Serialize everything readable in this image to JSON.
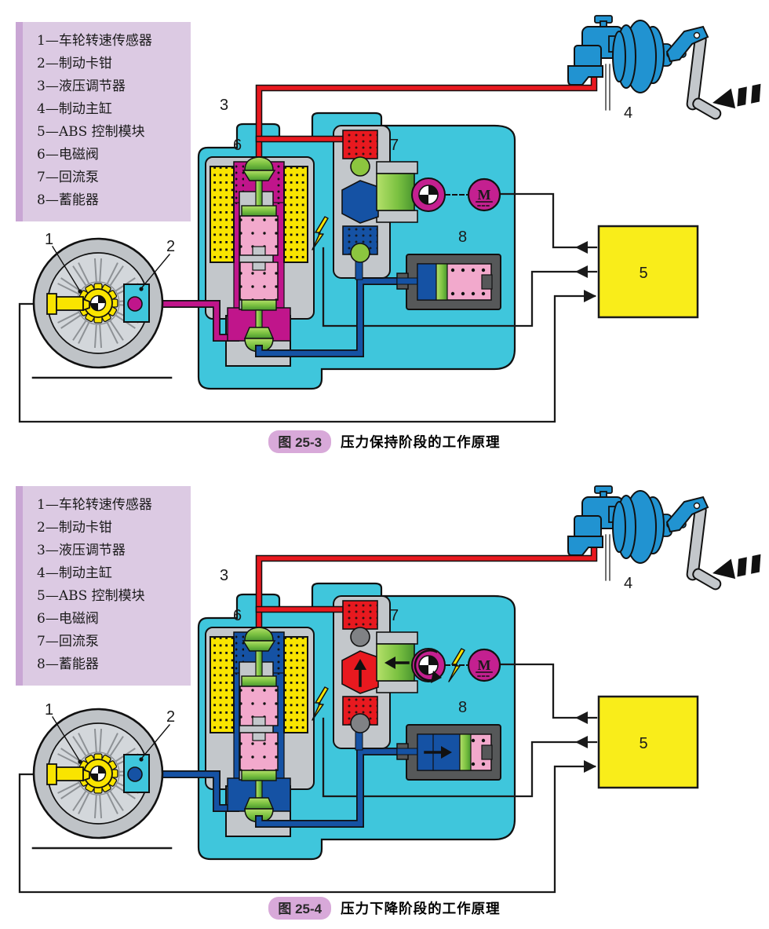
{
  "legend": {
    "items": [
      "1—车轮转速传感器",
      "2—制动卡钳",
      "3—液压调节器",
      "4—制动主缸",
      "5—ABS 控制模块",
      "6—电磁阀",
      "7—回流泵",
      "8—蓄能器"
    ]
  },
  "labels": {
    "n1": "1",
    "n2": "2",
    "n3": "3",
    "n4": "4",
    "n5": "5",
    "n6": "6",
    "n7": "7",
    "n8": "8",
    "motor": "M"
  },
  "figure1": {
    "caption_tag": "图 25-3",
    "caption_text": "压力保持阶段的工作原理",
    "colors": {
      "inlet": "#c0158b",
      "valve_fluid": "#c0158b",
      "pump_top": "#e8191f",
      "pump_mid": "#1552a4",
      "pump_bottom": "#1552a4",
      "ball": "#8cc63f"
    }
  },
  "figure2": {
    "caption_tag": "图 25-4",
    "caption_text": "压力下降阶段的工作原理",
    "colors": {
      "inlet": "#1552a4",
      "valve_fluid": "#1552a4",
      "pump_top": "#e8191f",
      "pump_mid": "#e8191f",
      "pump_bottom": "#e8191f",
      "ball": "#808285"
    }
  },
  "colors": {
    "box_cyan": "#3fc6dc",
    "housing_gray": "#c3c7cb",
    "dark_gray": "#565859",
    "coil_yellow": "#f9e400",
    "module_yellow": "#f9ed1a",
    "pink": "#f2a9cc",
    "green": "#7cc242",
    "blue_fluid": "#1552a4",
    "red_line": "#e8191f",
    "motor_magenta": "#c42090",
    "mc_blue": "#2193d1",
    "wire_black": "#1a1a1a",
    "tire_gray": "#bfc3c7",
    "rim_gray": "#d3d7db",
    "legend_bg": "#dccae3",
    "legend_strip": "#c9a6d4",
    "caption_pill": "#d8a9d9"
  }
}
